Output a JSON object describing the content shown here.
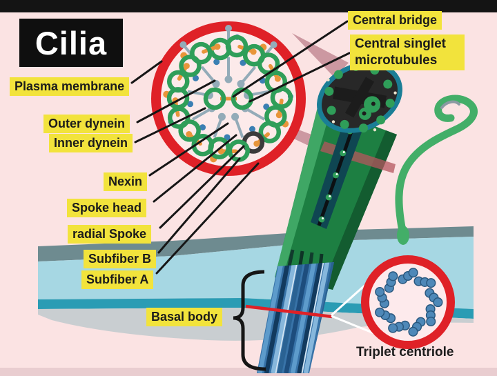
{
  "title": "Cilia",
  "labels": {
    "plasma_membrane": "Plasma membrane",
    "outer_dynein": "Outer dynein",
    "inner_dynein": "Inner dynein",
    "nexin": "Nexin",
    "spoke_head": "Spoke head",
    "radial_spoke": "radial Spoke",
    "subfiber_b": "Subfiber B",
    "subfiber_a": "Subfiber A",
    "basal_body": "Basal body",
    "central_bridge": "Central bridge",
    "central_singlet": "Central singlet microtubules",
    "triplet_centriole": "Triplet centriole"
  },
  "colors": {
    "background": "#fbe3e3",
    "top_bar": "#141414",
    "bottom_strip": "#e9cdd0",
    "label_bg": "#f2e33c",
    "red": "#df2127",
    "green": "#2f9e59",
    "orange": "#e8953a",
    "spoke_gray": "#93abb8",
    "blue_dot": "#3b7fb3",
    "dark_ring": "#3b3b3b",
    "pointer_line": "#161616",
    "membrane_gray": "#6e8b90",
    "membrane_blue": "#a6d7e3",
    "membrane_teal": "#2a9cb4",
    "membrane_lightgray": "#c9ced1",
    "shaft_green": "#1d7f42",
    "shaft_light": "#3fa765",
    "shaft_dark": "#135c30",
    "squiggle_green": "#43ae68",
    "face_border": "#1a7e96",
    "face_fill": "#282828",
    "beam_pink": "#c08490",
    "basal_blue": "#3873a8",
    "stripe_colors": [
      "#1d4d7d",
      "#5d9bcb",
      "#123a5e",
      "#86b7dc",
      "#2a6293"
    ],
    "bead_blue": "#4e88b8",
    "bead_edge": "#29587f",
    "inset_fill": "#fdeaec",
    "circle_fill": "#fceaea",
    "cream_dot": "#ece5cf"
  }
}
